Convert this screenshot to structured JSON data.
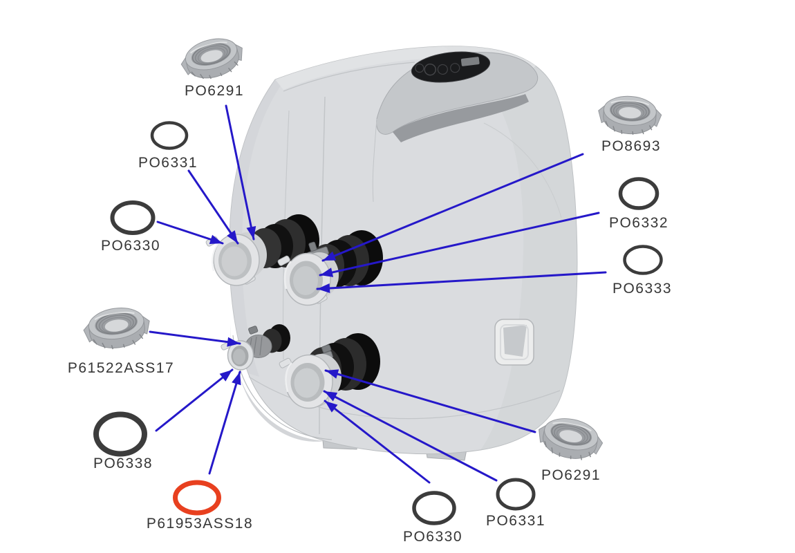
{
  "image": {
    "type": "exploded-parts-diagram",
    "subject": "spa pump unit with hose couplings, collar nuts and o-ring seals"
  },
  "colors": {
    "background": "#ffffff",
    "arrow": "#2518c9",
    "label_text": "#363636",
    "ring_dark": "#3c3c3c",
    "ring_red": "#e8401f",
    "part_gray": "#b9bcc0",
    "pump_body": "#dadcdf"
  },
  "parts": [
    {
      "label": "PO6291",
      "type": "collar-nut",
      "position": "top-left"
    },
    {
      "label": "PO6331",
      "type": "o-ring",
      "position": "upper-left"
    },
    {
      "label": "PO6330",
      "type": "o-ring",
      "position": "mid-left"
    },
    {
      "label": "P61522ASS17",
      "type": "collar-nut",
      "position": "left"
    },
    {
      "label": "PO6338",
      "type": "o-ring",
      "position": "lower-left"
    },
    {
      "label": "P61953ASS18",
      "type": "o-ring-red",
      "position": "bottom-left"
    },
    {
      "label": "PO8693",
      "type": "collar-nut",
      "position": "top-right"
    },
    {
      "label": "PO6332",
      "type": "o-ring",
      "position": "right-upper"
    },
    {
      "label": "PO6333",
      "type": "o-ring",
      "position": "right-lower"
    },
    {
      "label": "PO6291",
      "type": "collar-nut",
      "position": "bottom-right"
    },
    {
      "label": "PO6331",
      "type": "o-ring",
      "position": "bottom-right-2"
    },
    {
      "label": "PO6330",
      "type": "o-ring",
      "position": "bottom-center"
    }
  ]
}
